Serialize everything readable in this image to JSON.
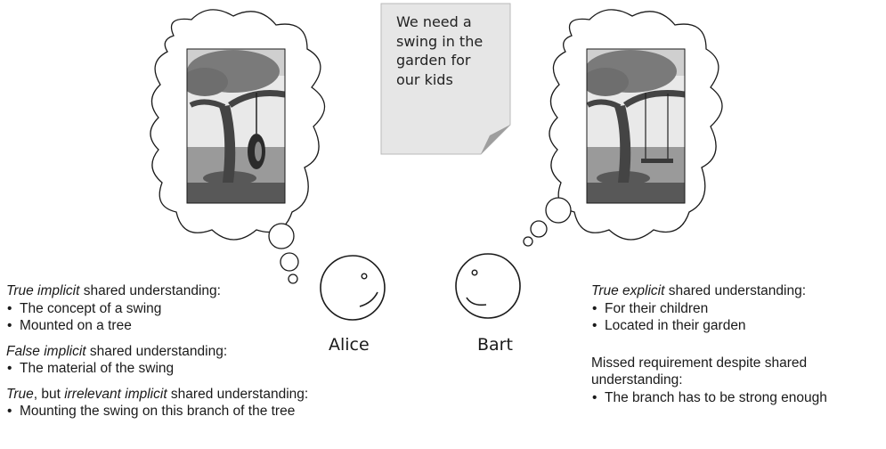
{
  "note": {
    "lines": [
      "We need a",
      "swing in the",
      "garden for",
      "our kids"
    ]
  },
  "persons": {
    "alice": "Alice",
    "bart": "Bart"
  },
  "left_panel": {
    "true_implicit": {
      "term_true": "True",
      "term_implicit": "implicit",
      "rest": " shared understanding:",
      "items": [
        "The concept of a swing",
        "Mounted on a tree"
      ]
    },
    "false_implicit": {
      "term_false": "False",
      "term_implicit": "implicit",
      "rest": " shared understanding:",
      "items": [
        "The material of the swing"
      ]
    },
    "irrelevant": {
      "term_true": "True",
      "mid": ", but ",
      "term_irrelevant": "irrelevant implicit",
      "rest": " shared understanding:",
      "items": [
        "Mounting the swing on this branch of the tree"
      ]
    }
  },
  "right_panel": {
    "true_explicit": {
      "term_true": "True",
      "term_explicit": "explicit",
      "rest": " shared understanding:",
      "items": [
        "For their children",
        "Located in their garden"
      ]
    },
    "missed": {
      "line1": "Missed requirement despite shared",
      "line2": "understanding:",
      "items": [
        "The branch has to be strong enough"
      ]
    }
  },
  "colors": {
    "cloud_stroke": "#1a1a1a",
    "note_fill": "#e6e6e6",
    "note_fold": "#9e9e9e",
    "sky": "#e9e9e9",
    "ground": "#585858",
    "grass": "#9a9a9a",
    "tree": "#444444",
    "foliage": "#7a7a7a"
  }
}
